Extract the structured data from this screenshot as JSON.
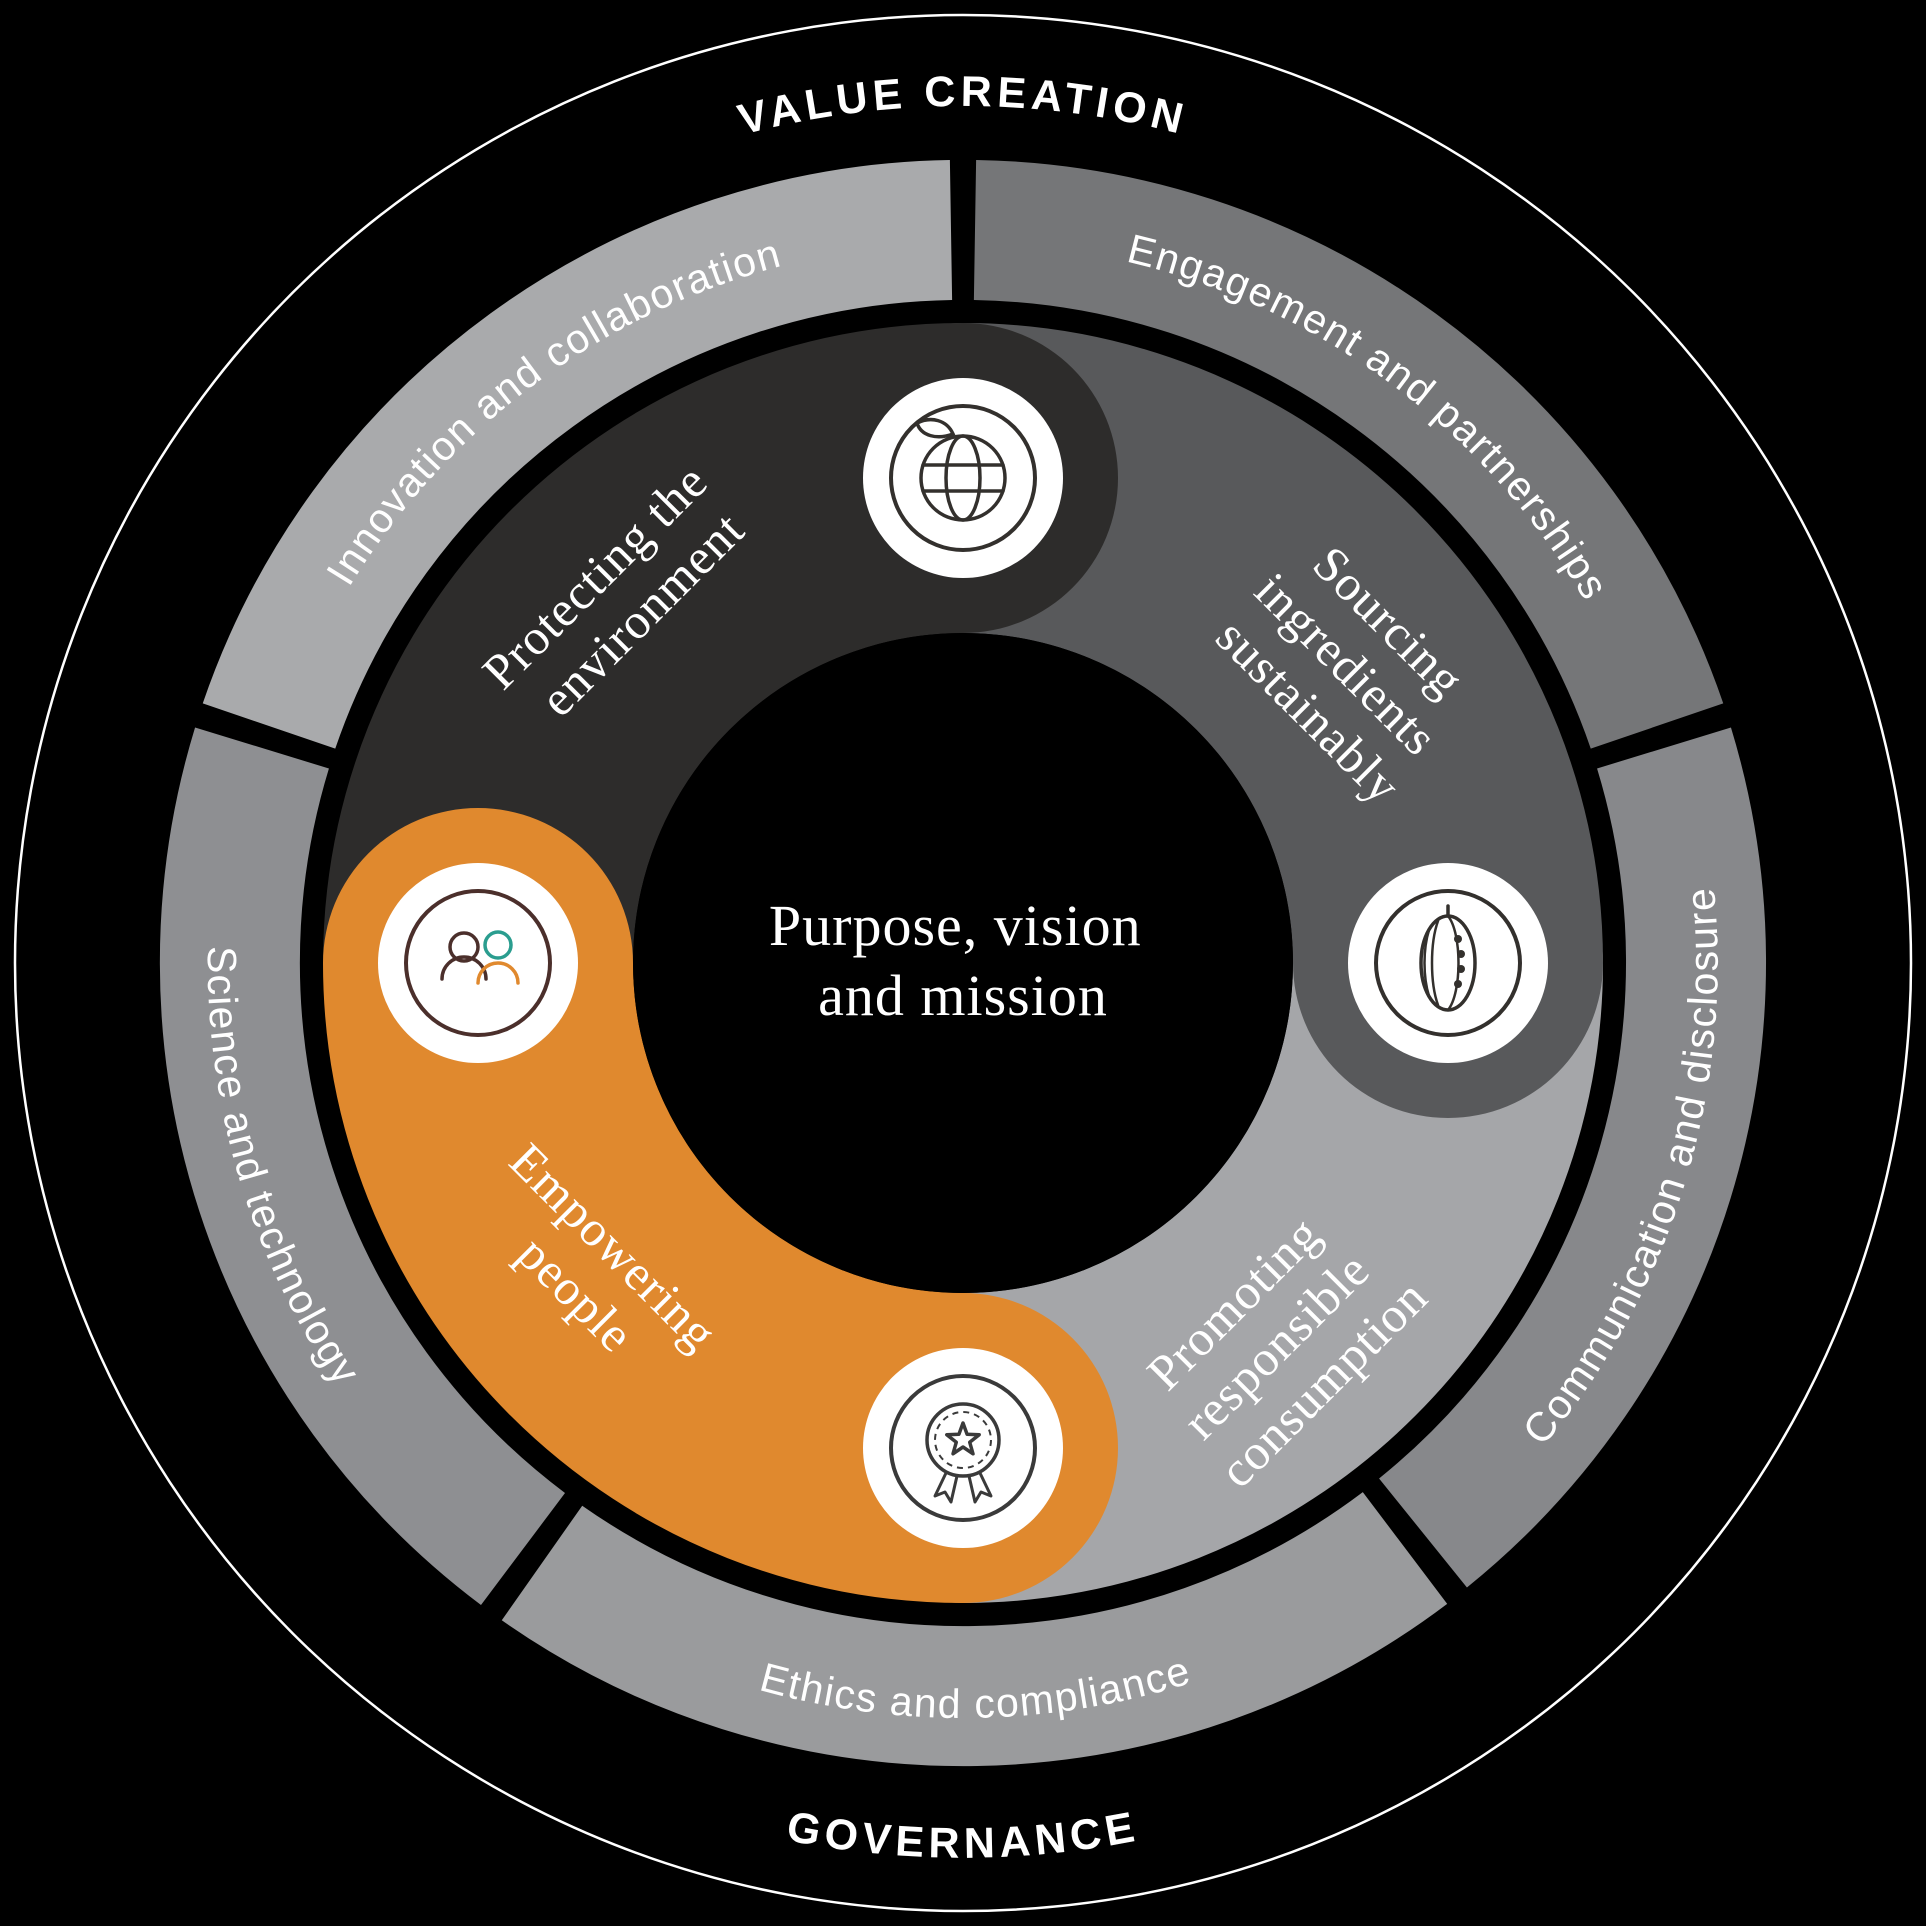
{
  "diagram_title": "Sustainability framework wheel",
  "outer": {
    "top_label": "VALUE CREATION",
    "bottom_label": "GOVERNANCE"
  },
  "center": {
    "lines": [
      "Purpose, vision",
      "and mission"
    ]
  },
  "enablers": [
    {
      "label": "Innovation and collaboration",
      "color": "#a9aaac"
    },
    {
      "label": "Engagement and partnerships",
      "color": "#757678"
    },
    {
      "label": "Communication and disclosure",
      "color": "#87888b"
    },
    {
      "label": "Ethics and compliance",
      "color": "#9a9b9d"
    },
    {
      "label": "Science and technology",
      "color": "#8e8f92"
    }
  ],
  "pillars": [
    {
      "lines": [
        "Protecting the",
        "environment"
      ],
      "color": "#2d2c2b",
      "icon": "globe-leaf-icon"
    },
    {
      "lines": [
        "Sourcing",
        "ingredients",
        "sustainably"
      ],
      "color": "#58595b",
      "icon": "cocoa-pod-icon"
    },
    {
      "lines": [
        "Promoting",
        "responsible",
        "consumption"
      ],
      "color": "#a5a6a9",
      "icon": "award-ribbon-icon"
    },
    {
      "lines": [
        "Empowering",
        "people"
      ],
      "color": "#e0892e",
      "icon": "people-icon"
    }
  ],
  "colors": {
    "background": "#000000",
    "outline": "#ffffff",
    "accent_orange": "#e0892e",
    "icon_dark": "#33302d",
    "icon_maroon": "#4b2f2b",
    "icon_teal": "#2a9d8f"
  }
}
